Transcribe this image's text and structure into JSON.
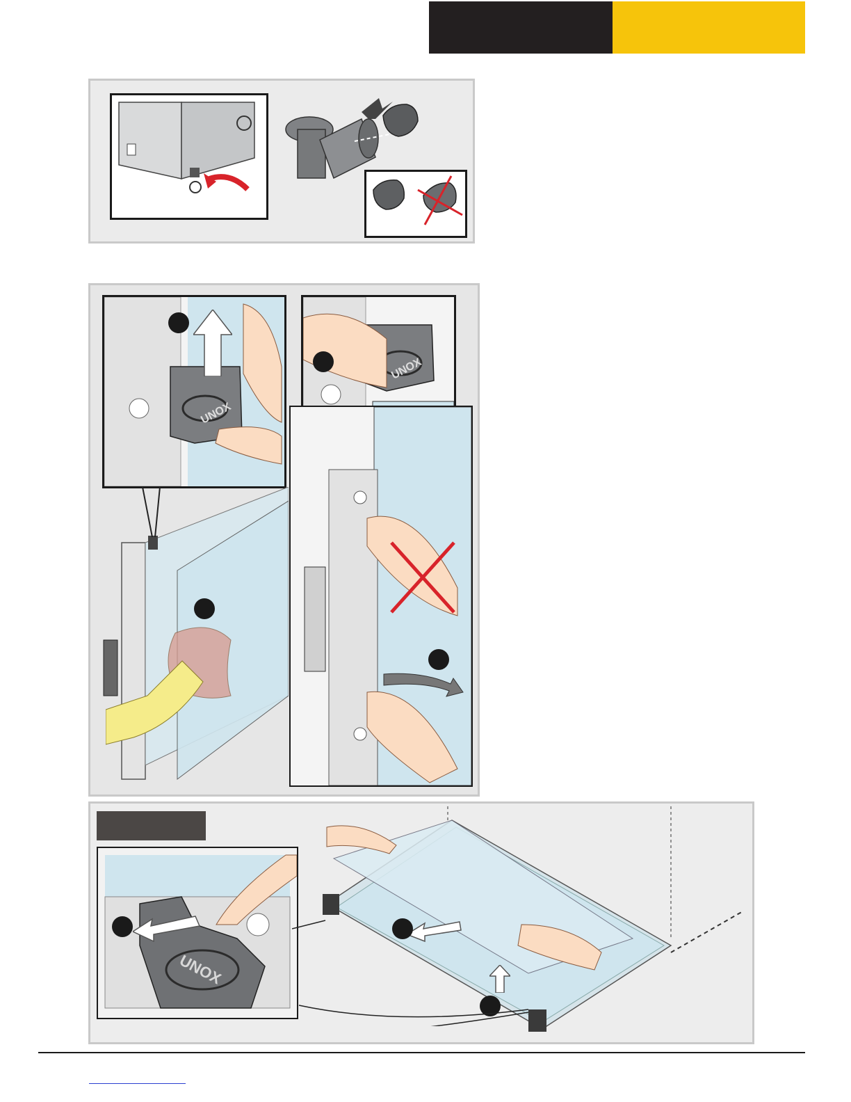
{
  "header": {
    "black_block_color": "#231f20",
    "accent_color": "#f6c40b"
  },
  "figures": {
    "drain": {
      "icons": [
        "oven-side-icon",
        "drain-pipe-icon",
        "cap-correct-icon",
        "cap-wrong-icon"
      ]
    },
    "door_glass": {
      "logo_text_1": "UNOX",
      "logo_text_2": "UNOX",
      "icons": [
        "lift-arrow-icon",
        "press-clip-icon",
        "wipe-cloth-icon",
        "prohibited-x-icon",
        "swing-arrow-icon"
      ]
    },
    "glass_panel": {
      "logo_text": "UNOX",
      "icons": [
        "pull-arrow-icon",
        "slide-arrow-icon",
        "up-arrow-icon"
      ]
    }
  },
  "colors": {
    "prohibited": "#d8232a",
    "glass": "#cfe5ee",
    "panel_bg": "#ebebeb"
  }
}
